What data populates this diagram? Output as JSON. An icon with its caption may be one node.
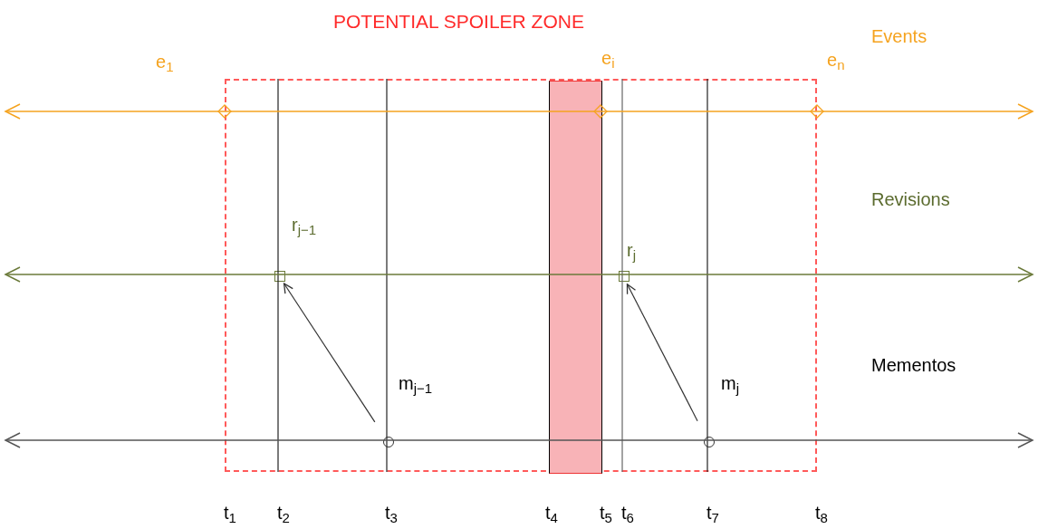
{
  "diagram": {
    "title": "POTENTIAL SPOILER ZONE",
    "nodes": [
      {
        "text": [],
        "shape": "box"
      },
      {
        "text": [],
        "shape": "bar",
        "in": 0
      },
      {
        "text": [],
        "shape": "box",
        "in": 0,
        "beside": [
          "r$_{j−1}$"
        ]
      },
      {
        "text": [],
        "shape": "box",
        "in": 0,
        "beside": [
          "r$_{j}$"
        ]
      },
      {
        "text": [],
        "shape": "circle",
        "in": 0,
        "beside": [
          "m$_{j−1}$"
        ]
      },
      {
        "text": [],
        "shape": "circle",
        "in": 0,
        "beside": [
          "m$_{j}$"
        ]
      }
    ],
    "edges": [
      {
        "from": 4,
        "to": 2,
        "arrow": "to"
      },
      {
        "from": 5,
        "to": 3,
        "arrow": "to"
      }
    ],
    "labels": [
      "Events",
      "e$_{1}$",
      "e$_{i}$",
      "e$_{n}$",
      "Revisions",
      "Mementos",
      "t$_{1}$",
      "t$_{2}$",
      "t$_{3}$",
      "t$_{4}$",
      "t$_{5}$",
      "t$_{6}$",
      "t$_{7}$",
      "t$_{8}$"
    ]
  }
}
